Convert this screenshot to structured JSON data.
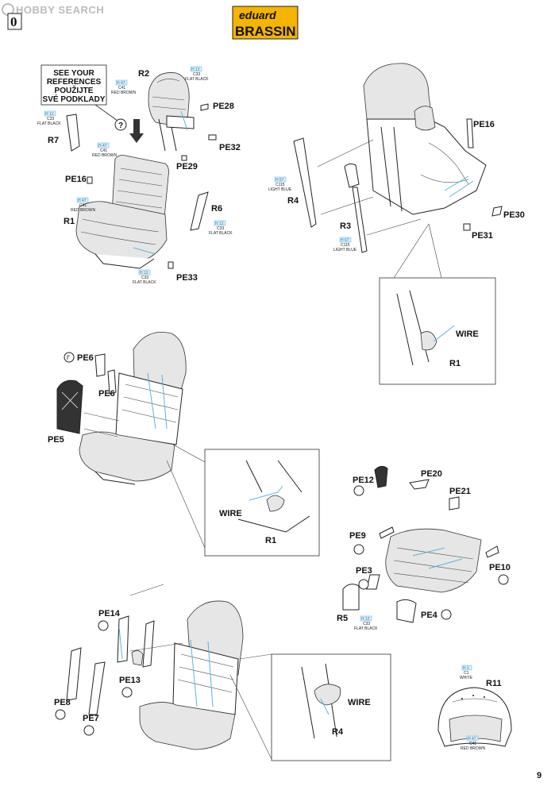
{
  "watermark": {
    "brand": "HOBBY SEARCH"
  },
  "header": {
    "logo_top": "eduard",
    "logo_bottom": "BRASSIN",
    "step_number": "0"
  },
  "page_number": "9",
  "notes": {
    "references_1": "SEE YOUR",
    "references_2": "REFERENCES",
    "references_3": "POUŽIJTE",
    "references_4": "SVÉ PODKLADY"
  },
  "colors": {
    "flat_black": {
      "h": "H 12",
      "c": "C33",
      "name": "FLAT BLACK"
    },
    "red_brown": {
      "h": "H 47",
      "c": "C41",
      "name": "RED BROWN"
    },
    "light_blue": {
      "h": "H 67",
      "c": "C115",
      "name": "LIGHT BLUE"
    },
    "white": {
      "h": "H 1",
      "c": "C1",
      "name": "WHITE"
    }
  },
  "labels": {
    "R1": "R1",
    "R2": "R2",
    "R3": "R3",
    "R4": "R4",
    "R5": "R5",
    "R6": "R6",
    "R7": "R7",
    "R11": "R11",
    "PE3": "PE3",
    "PE4": "PE4",
    "PE5": "PE5",
    "PE6": "PE6",
    "PE7": "PE7",
    "PE8": "PE8",
    "PE9": "PE9",
    "PE10": "PE10",
    "PE12": "PE12",
    "PE13": "PE13",
    "PE14": "PE14",
    "PE16": "PE16",
    "PE20": "PE20",
    "PE21": "PE21",
    "PE28": "PE28",
    "PE29": "PE29",
    "PE30": "PE30",
    "PE31": "PE31",
    "PE32": "PE32",
    "PE33": "PE33",
    "WIRE": "WIRE"
  },
  "icons": [
    "bend-arrow-icon",
    "question-icon"
  ]
}
